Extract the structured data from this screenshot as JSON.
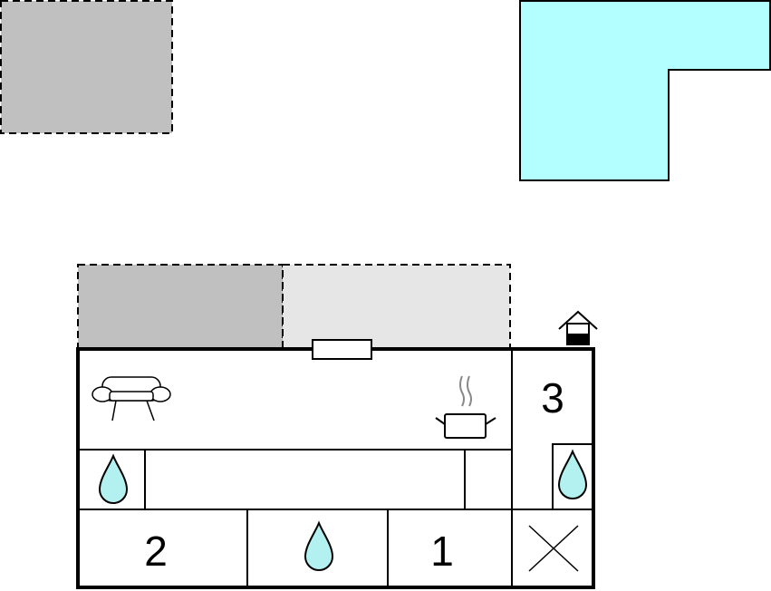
{
  "rooms": {
    "bedroom_2": {
      "label": "2"
    },
    "bedroom_1": {
      "label": "1"
    },
    "bedroom_3": {
      "label": "3"
    }
  },
  "colors": {
    "pool": "#b3ffff",
    "terrace_dark": "#c0c0c0",
    "terrace_light": "#e6e6e6",
    "water_drop": "#b3f0f0",
    "wall": "#000000"
  },
  "icons": {
    "sofa": "sofa-icon",
    "kitchen": "cooking-pot-icon",
    "bathroom": "water-drop-icon",
    "entrance": "house-entrance-icon",
    "stairs_or_void": "cross-icon"
  }
}
